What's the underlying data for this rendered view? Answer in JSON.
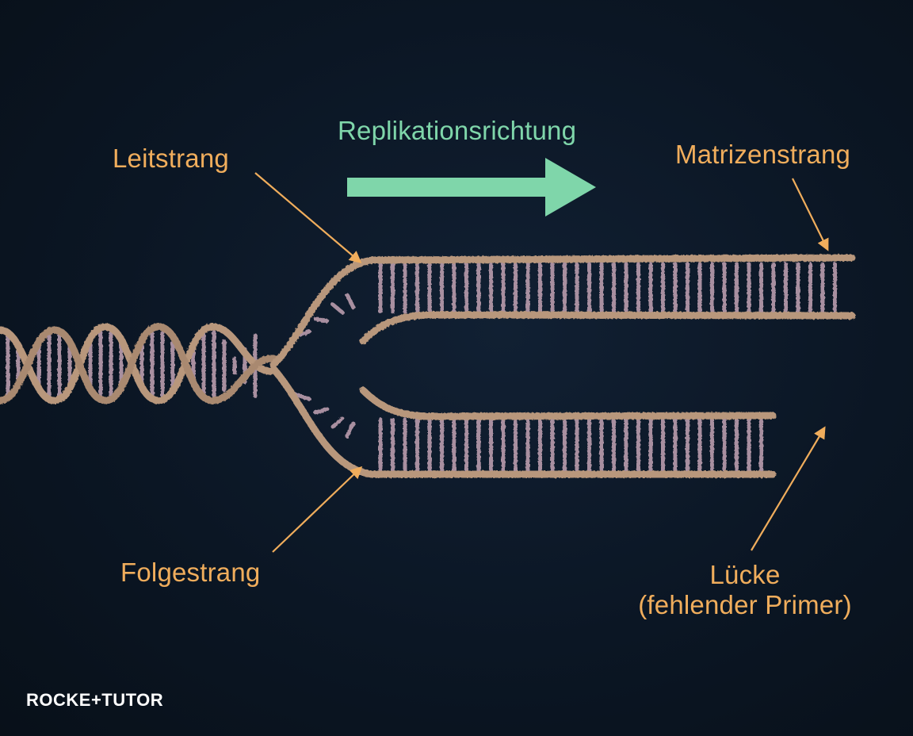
{
  "labels": {
    "replication_direction": "Replikationsrichtung",
    "leading_strand": "Leitstrang",
    "template_strand": "Matrizenstrang",
    "lagging_strand": "Folgestrang",
    "gap_line1": "Lücke",
    "gap_line2": "(fehlender Primer)"
  },
  "logo": {
    "text": "ROCKE+TUTOR"
  },
  "colors": {
    "background": "#0b1522",
    "label": "#f0ad5c",
    "direction_arrow": "#7fd6aa",
    "dna_backbone": "#b8977b",
    "dna_rung": "#a88fa0"
  }
}
